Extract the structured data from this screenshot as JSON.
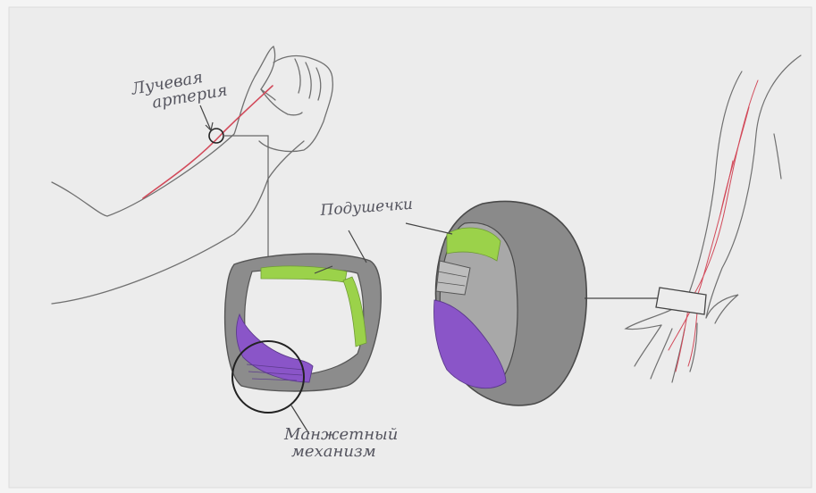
{
  "labels": {
    "radial_artery": [
      "Лучевая",
      "артерия"
    ],
    "pads": "Подушечки",
    "cuff_mechanism": [
      "Манжетный",
      "механизм"
    ]
  },
  "colors": {
    "paper": "#ececec",
    "pencil": "#6a6a6a",
    "artery": "#d24a5a",
    "band": "#8c8c8c",
    "band_dark": "#6e6e6e",
    "pad_green": "#9bd24a",
    "cuff_purple": "#8a55c8"
  }
}
